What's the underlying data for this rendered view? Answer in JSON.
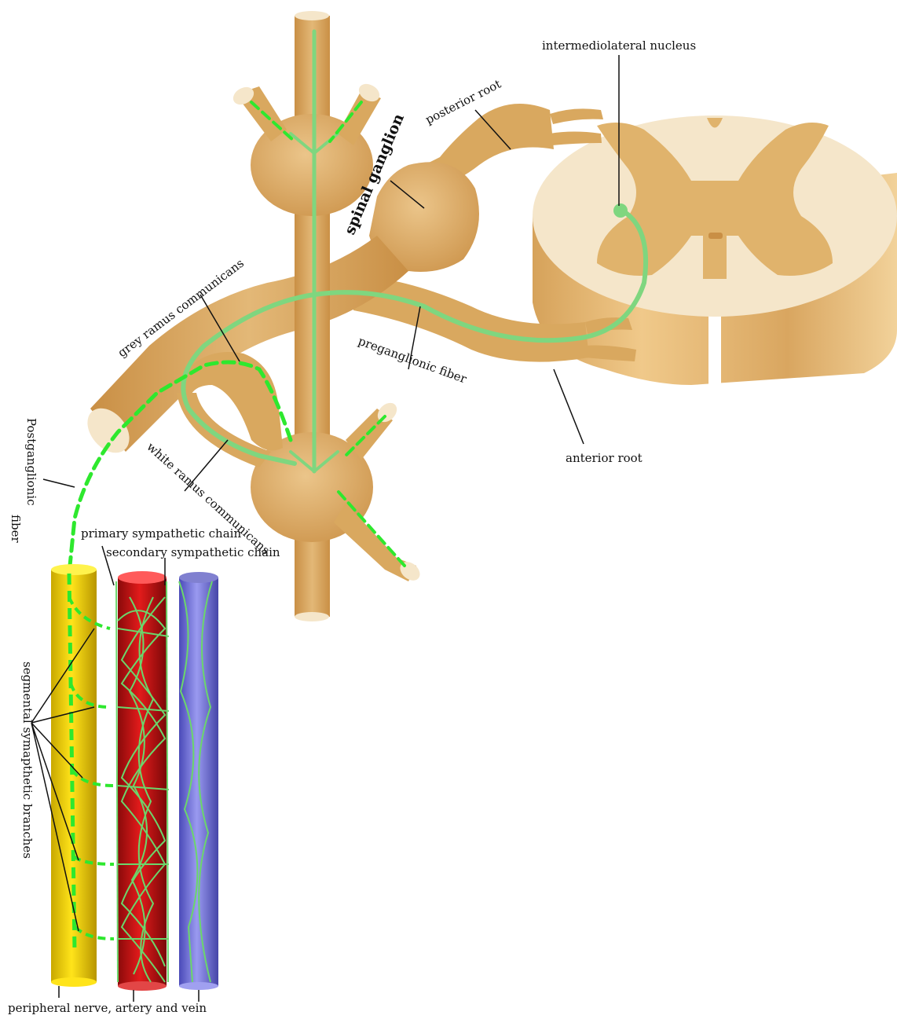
{
  "labels": {
    "intermediolateral_nucleus": "intermediolateral nucleus",
    "posterior_root": "posterior root",
    "spinal_ganglion": "spinal ganglion",
    "grey_ramus_communicans": "grey ramus communicans",
    "preganglionic_fiber": "preganglionic fiber",
    "anterior_root": "anterior root",
    "white_ramus_communicans": "white ramus communicans",
    "postganglionic_fiber_line1": "Postganglionic",
    "postganglionic_fiber_line2": "fiber",
    "primary_sympathetic_chain": "primary sympathetic chain",
    "secondary_sympathetic_chain": "secondary sympathetic chain",
    "segmental_sympathetic_branches": "segmental symapthetic branches",
    "peripheral_nerve_artery_vein": "peripheral nerve, artery and vein"
  },
  "colors": {
    "tissue": "#D9A85F",
    "tissue_light": "#F5E6CA",
    "fiber": "#6BD66B",
    "fiber_dashed": "#2EE82E",
    "nerve": "#E8CC00",
    "artery": "#C41414",
    "vein": "#6B6BD6"
  }
}
